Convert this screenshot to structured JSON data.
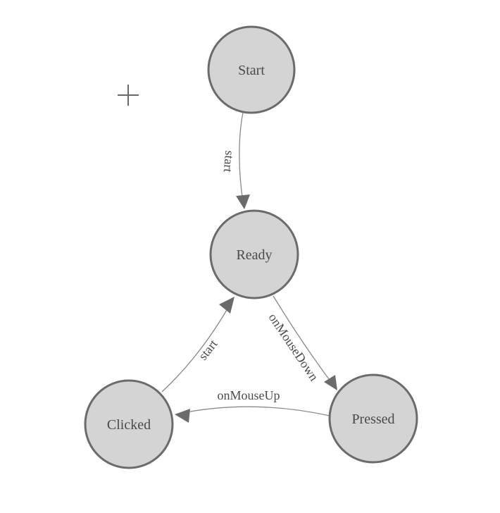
{
  "canvas": {
    "background": "#ffffff",
    "type": "state-machine-diagram"
  },
  "colors": {
    "node_fill": "#d4d4d4",
    "node_stroke": "#6b6b6b",
    "edge_line": "#8a8a8a",
    "arrow_fill": "#6b6b6b",
    "label_text": "#4a4a4a",
    "plus_icon": "#6a6a6a"
  },
  "tools": {
    "add_icon": "plus-crosshair"
  },
  "nodes": [
    {
      "id": "start",
      "label": "Start"
    },
    {
      "id": "ready",
      "label": "Ready"
    },
    {
      "id": "clicked",
      "label": "Clicked"
    },
    {
      "id": "pressed",
      "label": "Pressed"
    }
  ],
  "edges": [
    {
      "from": "Start",
      "to": "Ready",
      "label": "start"
    },
    {
      "from": "Clicked",
      "to": "Ready",
      "label": "start"
    },
    {
      "from": "Ready",
      "to": "Pressed",
      "label": "onMouseDown"
    },
    {
      "from": "Pressed",
      "to": "Clicked",
      "label": "onMouseUp"
    }
  ]
}
